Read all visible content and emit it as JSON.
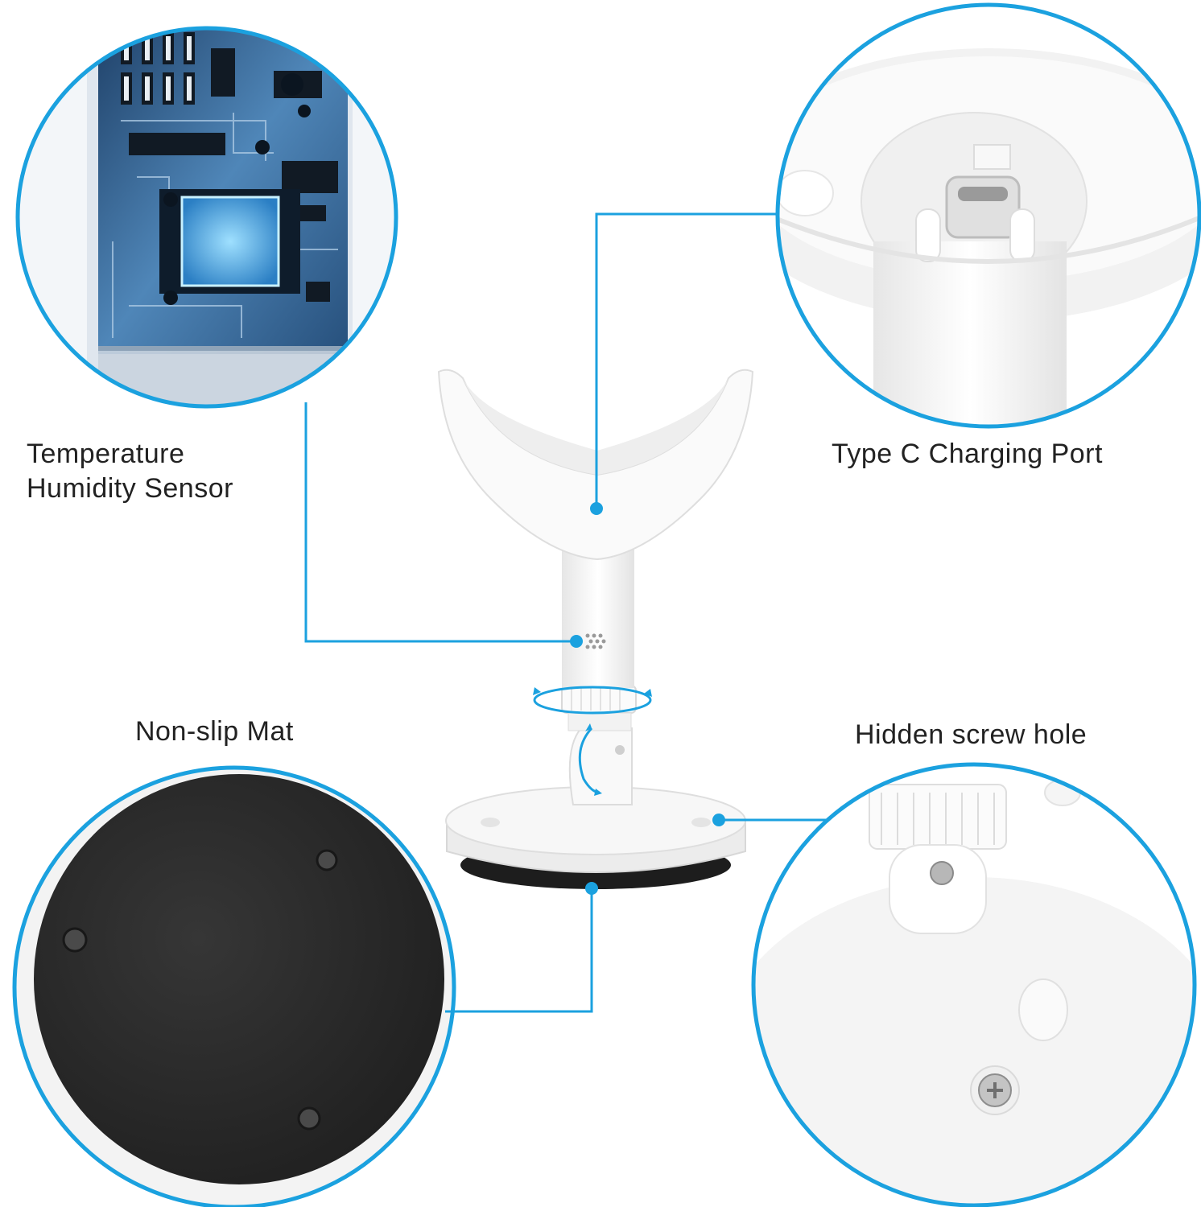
{
  "labels": {
    "temp_line1": "Temperature",
    "temp_line2": "Humidity Sensor",
    "type_c": "Type C Charging Port",
    "non_slip": "Non-slip Mat",
    "screw_hole": "Hidden screw hole"
  },
  "colors": {
    "accent": "#1ba1df",
    "circuit": "#3b6fa6",
    "mat": "#2b2b2b",
    "product": "#f6f6f6"
  }
}
